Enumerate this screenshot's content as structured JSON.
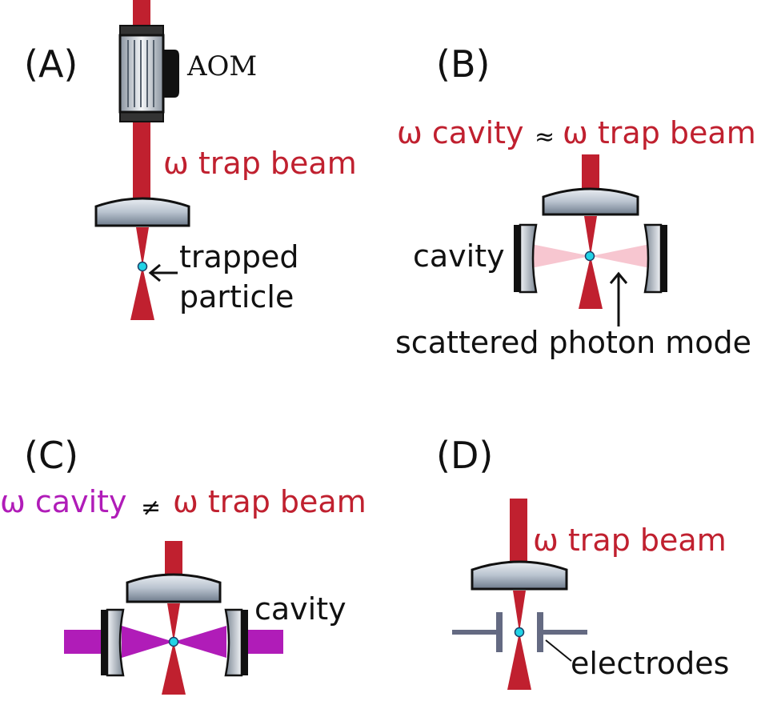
{
  "colors": {
    "beam": "#c0202f",
    "cavity_beam": "#b01cb8",
    "particle": "#22d3e6",
    "scatter": "#f7c6d0",
    "electrode": "#646a82",
    "text": "#111111"
  },
  "panels": {
    "a": {
      "letter": "(A)",
      "aom_label": "AOM",
      "beam_label": "ω trap beam",
      "particle_label_1": "trapped",
      "particle_label_2": "particle"
    },
    "b": {
      "letter": "(B)",
      "omega_cavity": "ω cavity",
      "relation": "≈",
      "omega_trap": "ω trap beam",
      "cavity_label": "cavity",
      "mode_label": "scattered photon mode"
    },
    "c": {
      "letter": "(C)",
      "omega_cavity": "ω cavity",
      "relation": "≠",
      "omega_trap": "ω trap beam",
      "cavity_label": "cavity"
    },
    "d": {
      "letter": "(D)",
      "beam_label": "ω trap beam",
      "electrodes_label": "electrodes"
    }
  }
}
